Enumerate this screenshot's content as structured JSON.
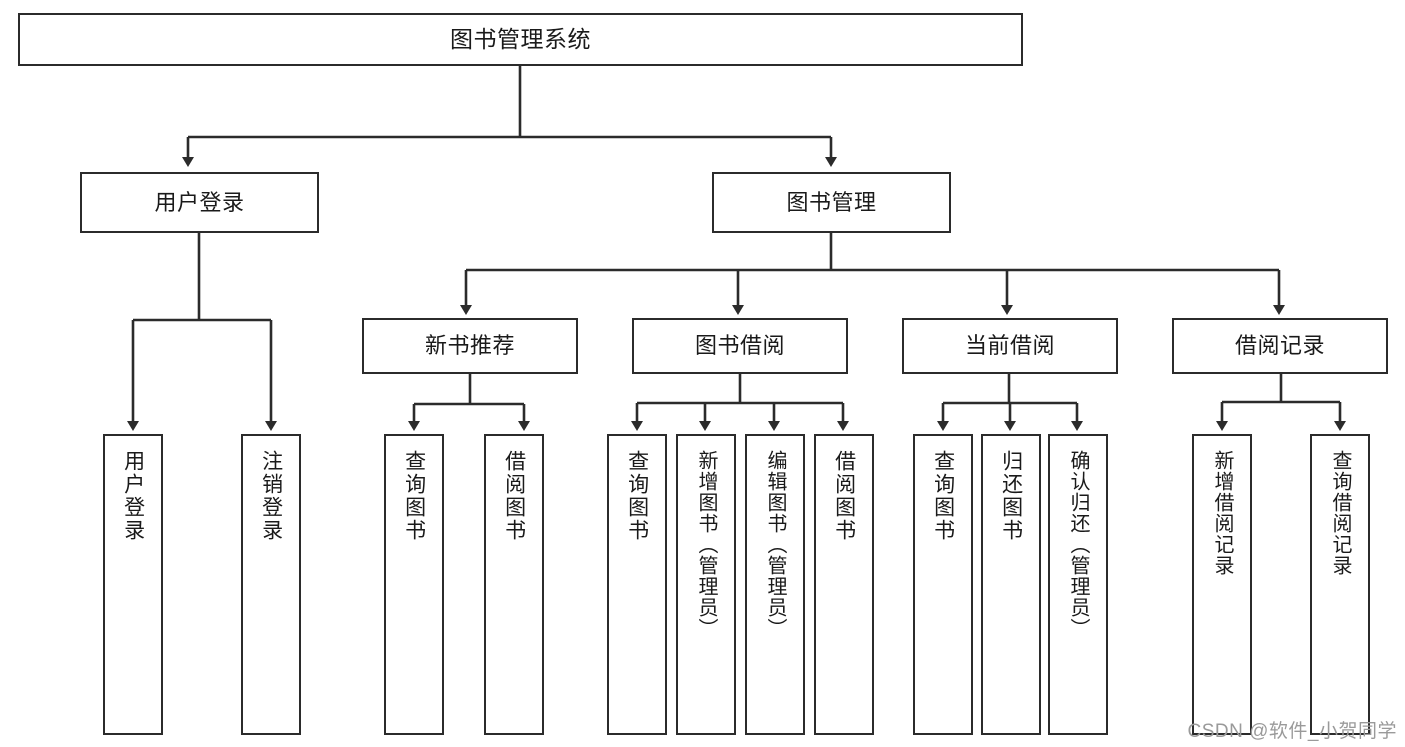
{
  "diagram": {
    "title": "图书管理系统",
    "type": "hierarchy-tree",
    "root": {
      "id": "root",
      "label": "图书管理系统",
      "level": 1
    },
    "level2": [
      {
        "id": "user-login",
        "label": "用户登录"
      },
      {
        "id": "book-management",
        "label": "图书管理"
      }
    ],
    "level3": [
      {
        "id": "new-book-recommend",
        "label": "新书推荐",
        "parent": "book-management"
      },
      {
        "id": "book-borrow",
        "label": "图书借阅",
        "parent": "book-management"
      },
      {
        "id": "current-borrow",
        "label": "当前借阅",
        "parent": "book-management"
      },
      {
        "id": "borrow-record",
        "label": "借阅记录",
        "parent": "book-management"
      }
    ],
    "leaves": [
      {
        "id": "leaf-user-login",
        "label": "用户登录",
        "parent": "user-login"
      },
      {
        "id": "leaf-logout-login",
        "label": "注销登录",
        "parent": "user-login"
      },
      {
        "id": "leaf-query-book-1",
        "label": "查询图书",
        "parent": "new-book-recommend"
      },
      {
        "id": "leaf-borrow-book-1",
        "label": "借阅图书",
        "parent": "new-book-recommend"
      },
      {
        "id": "leaf-query-book-2",
        "label": "查询图书",
        "parent": "book-borrow"
      },
      {
        "id": "leaf-add-book",
        "label": "新增图书（管理员）",
        "parent": "book-borrow"
      },
      {
        "id": "leaf-edit-book",
        "label": "编辑图书（管理员）",
        "parent": "book-borrow"
      },
      {
        "id": "leaf-borrow-book-2",
        "label": "借阅图书",
        "parent": "book-borrow"
      },
      {
        "id": "leaf-query-book-3",
        "label": "查询图书",
        "parent": "current-borrow"
      },
      {
        "id": "leaf-return-book",
        "label": "归还图书",
        "parent": "current-borrow"
      },
      {
        "id": "leaf-confirm-return",
        "label": "确认归还（管理员）",
        "parent": "current-borrow"
      },
      {
        "id": "leaf-add-record",
        "label": "新增借阅记录",
        "parent": "borrow-record"
      },
      {
        "id": "leaf-query-record",
        "label": "查询借阅记录",
        "parent": "borrow-record"
      }
    ],
    "colors": {
      "stroke": "#2b2b2b",
      "fill": "#ffffff",
      "text": "#1a1a1a",
      "watermark": "#9a9a9a"
    }
  },
  "watermark": {
    "text": "CSDN @软件_小贺同学"
  }
}
